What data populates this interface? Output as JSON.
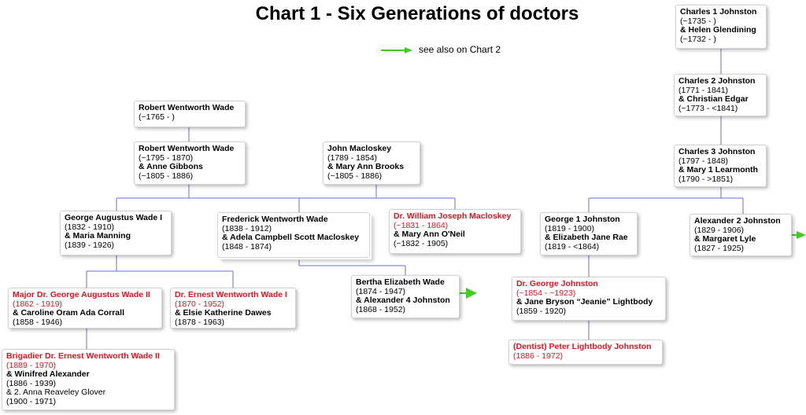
{
  "title": "Chart 1 - Six Generations of doctors",
  "legend": {
    "text": "see also on Chart 2",
    "arrow_color": "#3ecf1e",
    "line_color": "#6b6be0"
  },
  "people": {
    "charles1": {
      "n1": "Charles 1 Johnston",
      "d1": "(~1735 - )",
      "n2": "& Helen Glendining",
      "d2": "(~1732 - )"
    },
    "charles2": {
      "n1": "Charles 2 Johnston",
      "d1": "(1771 - 1841)",
      "n2": "& Christian Edgar",
      "d2": "(~1773 - <1841)"
    },
    "charles3": {
      "n1": "Charles 3 Johnston",
      "d1": "(1797 - 1848)",
      "n2": "& Mary 1 Learmonth",
      "d2": "(1790 - >1851)"
    },
    "robert1": {
      "n1": "Robert Wentworth Wade",
      "d1": "(~1765 - )"
    },
    "robert2": {
      "n1": "Robert Wentworth Wade",
      "d1": "(~1795 - 1870)",
      "n2": "& Anne Gibbons",
      "d2": "(~1805 - 1886)"
    },
    "john": {
      "n1": "John Macloskey",
      "d1": "(1789 - 1854)",
      "n2": "& Mary Ann Brooks",
      "d2": "(~1805 - 1886)"
    },
    "george_wade1": {
      "n1": "George Augustus Wade I",
      "d1": "(1832 - 1910)",
      "n2": "& Maria Manning",
      "d2": "(1839 - 1926)"
    },
    "frederick": {
      "n1": "Frederick Wentworth Wade",
      "d1": "(1838 - 1912)",
      "n2": "& Adela Campbell Scott Macloskey",
      "d2": "(1848 - 1874)"
    },
    "william": {
      "n1": "Dr. William Joseph Macloskey",
      "d1": "(~1831 - 1864)",
      "n2": "& Mary Ann O'Neil",
      "d2": "(~1832 - 1905)"
    },
    "george_j1": {
      "n1": "George 1 Johnston",
      "d1": "(1819 - 1900)",
      "n2": "& Elizabeth Jane Rae",
      "d2": "(1819 - <1864)"
    },
    "alexander2": {
      "n1": "Alexander 2 Johnston",
      "d1": "(1829 - 1906)",
      "n2": "& Margaret Lyle",
      "d2": "(1827 - 1925)"
    },
    "major_george": {
      "n1": "Major Dr. George Augustus Wade II",
      "d1": "(1862 - 1919)",
      "n2": "& Caroline Oram Ada Corrall",
      "d2": "(1858 - 1946)"
    },
    "ernest": {
      "n1": "Dr. Ernest Wentworth Wade I",
      "d1": "(1870 - 1952)",
      "n2": "& Elsie Katherine Dawes",
      "d2": "(1878 - 1963)"
    },
    "bertha": {
      "n1": "Bertha Elizabeth Wade",
      "d1": "(1874 - 1947)",
      "n2": "& Alexander 4 Johnston",
      "d2": "(1868 - 1952)"
    },
    "dr_george_j": {
      "n1": "Dr. George Johnston",
      "d1": "(~1854 - ~1923)",
      "n2": "& Jane Bryson “Jeanie” Lightbody",
      "d2": "(1859 - 1920)"
    },
    "peter": {
      "n1": "(Dentist) Peter Lightbody Johnston",
      "d1": "(1886 - 1972)"
    },
    "brigadier": {
      "n1": "Brigadier Dr.  Ernest Wentworth Wade II",
      "d1": "(1889 - 1970)",
      "n2": "& Winifred Alexander",
      "d2": "(1886 - 1939)",
      "n3": "& 2. Anna Reaveley Glover",
      "d3": "(1900 - 1971)"
    }
  }
}
